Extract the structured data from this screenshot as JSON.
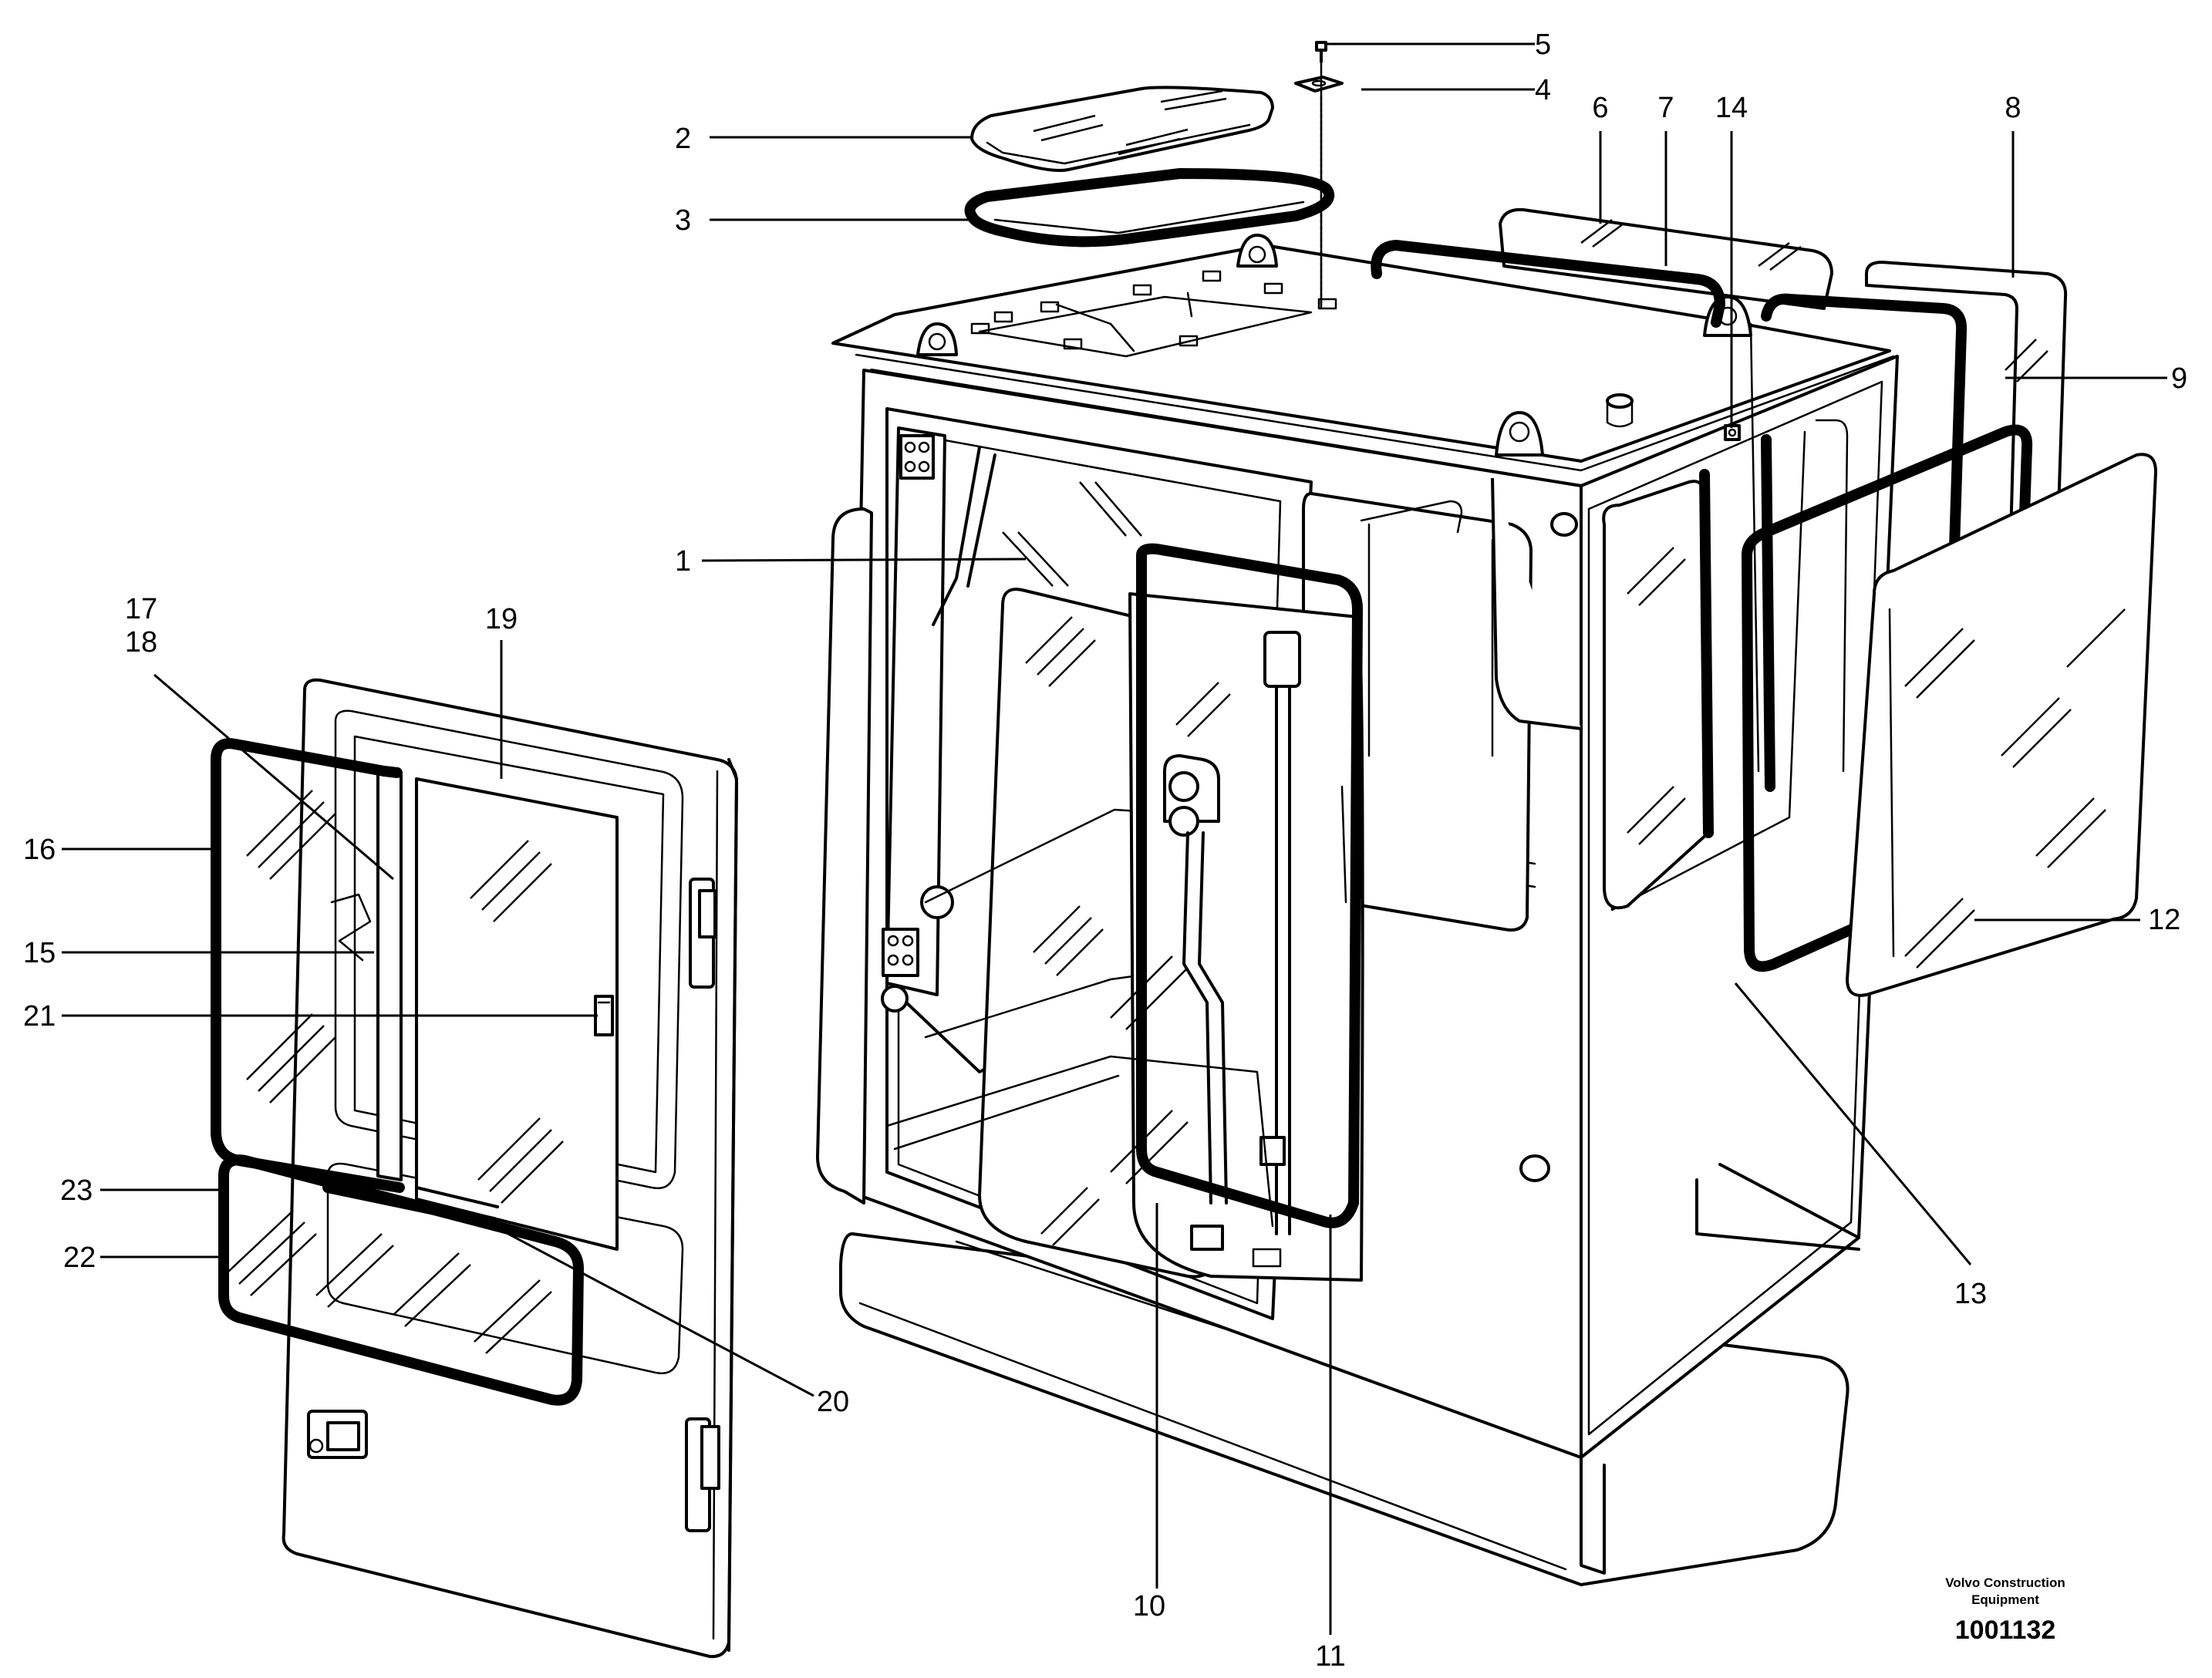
{
  "figure": {
    "publisher": "Volvo Construction Equipment",
    "publisher_line1": "Volvo Construction",
    "publisher_line2": "Equipment",
    "document_number": "1001132"
  },
  "callouts": [
    "1",
    "2",
    "3",
    "4",
    "5",
    "6",
    "7",
    "8",
    "9",
    "10",
    "11",
    "12",
    "13",
    "14",
    "15",
    "16",
    "17",
    "18",
    "19",
    "20",
    "21",
    "22",
    "23"
  ],
  "colors": {
    "line": "#000000",
    "background": "#ffffff"
  }
}
